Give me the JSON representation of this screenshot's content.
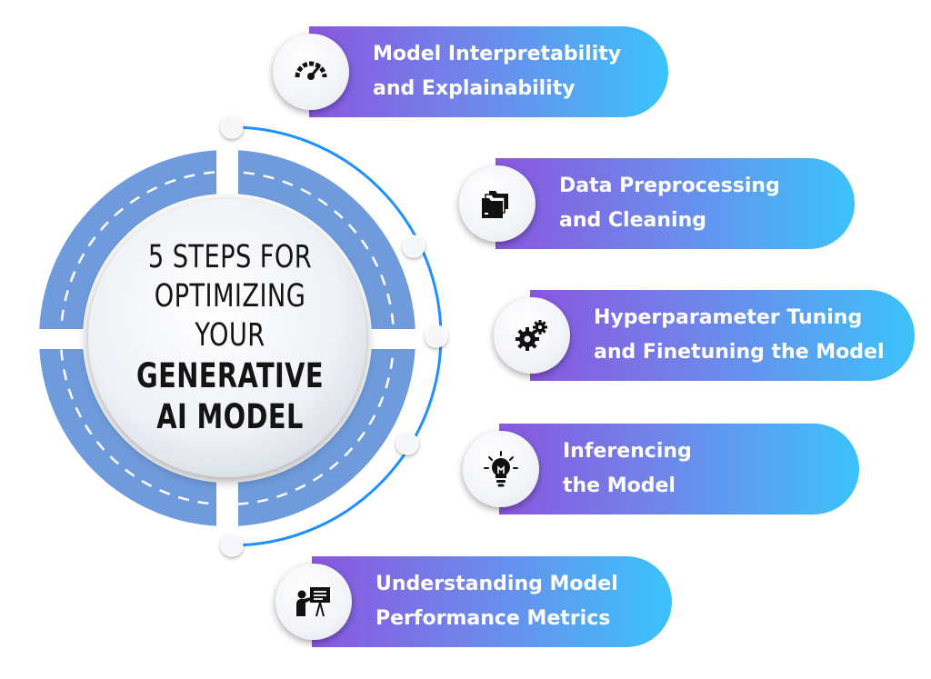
{
  "title": {
    "line1": "5 STEPS FOR",
    "line2": "OPTIMIZING YOUR",
    "line3": "GENERATIVE",
    "line4": "AI MODEL"
  },
  "steps": [
    {
      "line1": "Model Interpretability",
      "line2": "and Explainability",
      "icon": "gauge-icon"
    },
    {
      "line1": "Data Preprocessing",
      "line2": "and Cleaning",
      "icon": "folders-icon"
    },
    {
      "line1": "Hyperparameter Tuning",
      "line2": "and Finetuning the Model",
      "icon": "gears-icon"
    },
    {
      "line1": "Inferencing",
      "line2": "the Model",
      "icon": "lightbulb-icon"
    },
    {
      "line1": "Understanding Model",
      "line2": "Performance Metrics",
      "icon": "presenter-icon"
    }
  ],
  "colors": {
    "pill_start": "#8a57e0",
    "pill_end": "#3cc3fb",
    "ring": "#6f9bdc",
    "arc": "#1e90ff",
    "title_text": "#141414"
  }
}
